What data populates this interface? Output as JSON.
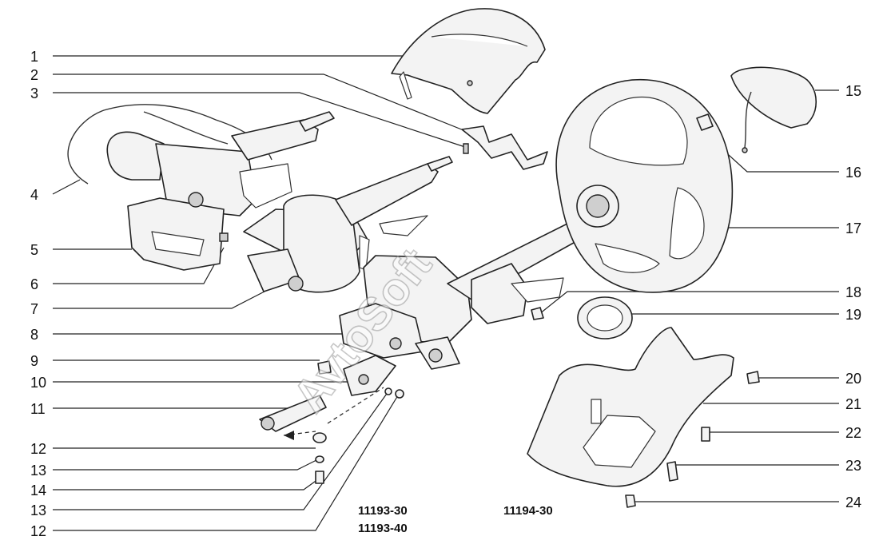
{
  "watermark": "AvtoSoft",
  "callouts_left": [
    {
      "id": "c1",
      "label": "1"
    },
    {
      "id": "c2",
      "label": "2"
    },
    {
      "id": "c3",
      "label": "3"
    },
    {
      "id": "c4",
      "label": "4"
    },
    {
      "id": "c5",
      "label": "5"
    },
    {
      "id": "c6",
      "label": "6"
    },
    {
      "id": "c7",
      "label": "7"
    },
    {
      "id": "c8",
      "label": "8"
    },
    {
      "id": "c9",
      "label": "9"
    },
    {
      "id": "c10",
      "label": "10"
    },
    {
      "id": "c11",
      "label": "11"
    },
    {
      "id": "c12a",
      "label": "12"
    },
    {
      "id": "c13a",
      "label": "13"
    },
    {
      "id": "c14",
      "label": "14"
    },
    {
      "id": "c13b",
      "label": "13"
    },
    {
      "id": "c12b",
      "label": "12"
    }
  ],
  "callouts_right": [
    {
      "id": "c15",
      "label": "15"
    },
    {
      "id": "c16",
      "label": "16"
    },
    {
      "id": "c17",
      "label": "17"
    },
    {
      "id": "c18",
      "label": "18"
    },
    {
      "id": "c19",
      "label": "19"
    },
    {
      "id": "c20",
      "label": "20"
    },
    {
      "id": "c21",
      "label": "21"
    },
    {
      "id": "c22",
      "label": "22"
    },
    {
      "id": "c23",
      "label": "23"
    },
    {
      "id": "c24",
      "label": "24"
    }
  ],
  "model_codes": {
    "left_top": "11193-30",
    "left_bottom": "11193-40",
    "right": "11194-30"
  }
}
